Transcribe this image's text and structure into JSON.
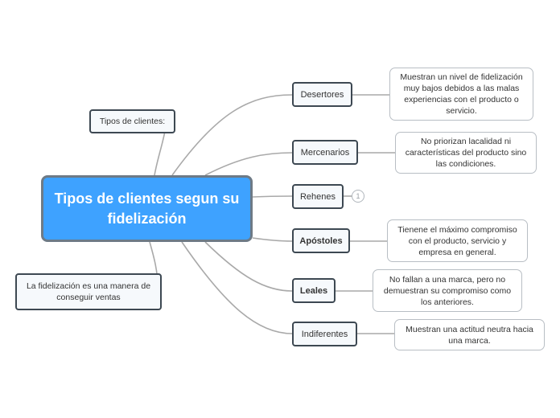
{
  "central": {
    "title": "Tipos de clientes segun su fidelización"
  },
  "side_notes": [
    {
      "text": "Tipos de clientes:"
    },
    {
      "text": "La fidelización es una manera de conseguir ventas"
    }
  ],
  "branches": [
    {
      "label": "Desertores",
      "bold": false,
      "description": "Muestran un nivel de fidelización muy bajos debidos a las malas experiencias con el producto o servicio."
    },
    {
      "label": "Mercenarios",
      "bold": false,
      "description": "No priorizan lacalidad ni características del producto sino las condiciones."
    },
    {
      "label": "Rehenes",
      "bold": false,
      "badge": "1"
    },
    {
      "label": "Apóstoles",
      "bold": true,
      "description": "Tienene el máximo compromiso con el producto, servicio y empresa en general."
    },
    {
      "label": "Leales",
      "bold": true,
      "description": "No fallan a una marca, pero no demuestran su compromiso como los anteriores."
    },
    {
      "label": "Indiferentes",
      "bold": false,
      "description": "Muestran una actitud neutra hacia una marca."
    }
  ],
  "colors": {
    "central_fill": "#3ea2ff",
    "connector": "#a9a9a9",
    "branch_border": "#3d4852"
  }
}
